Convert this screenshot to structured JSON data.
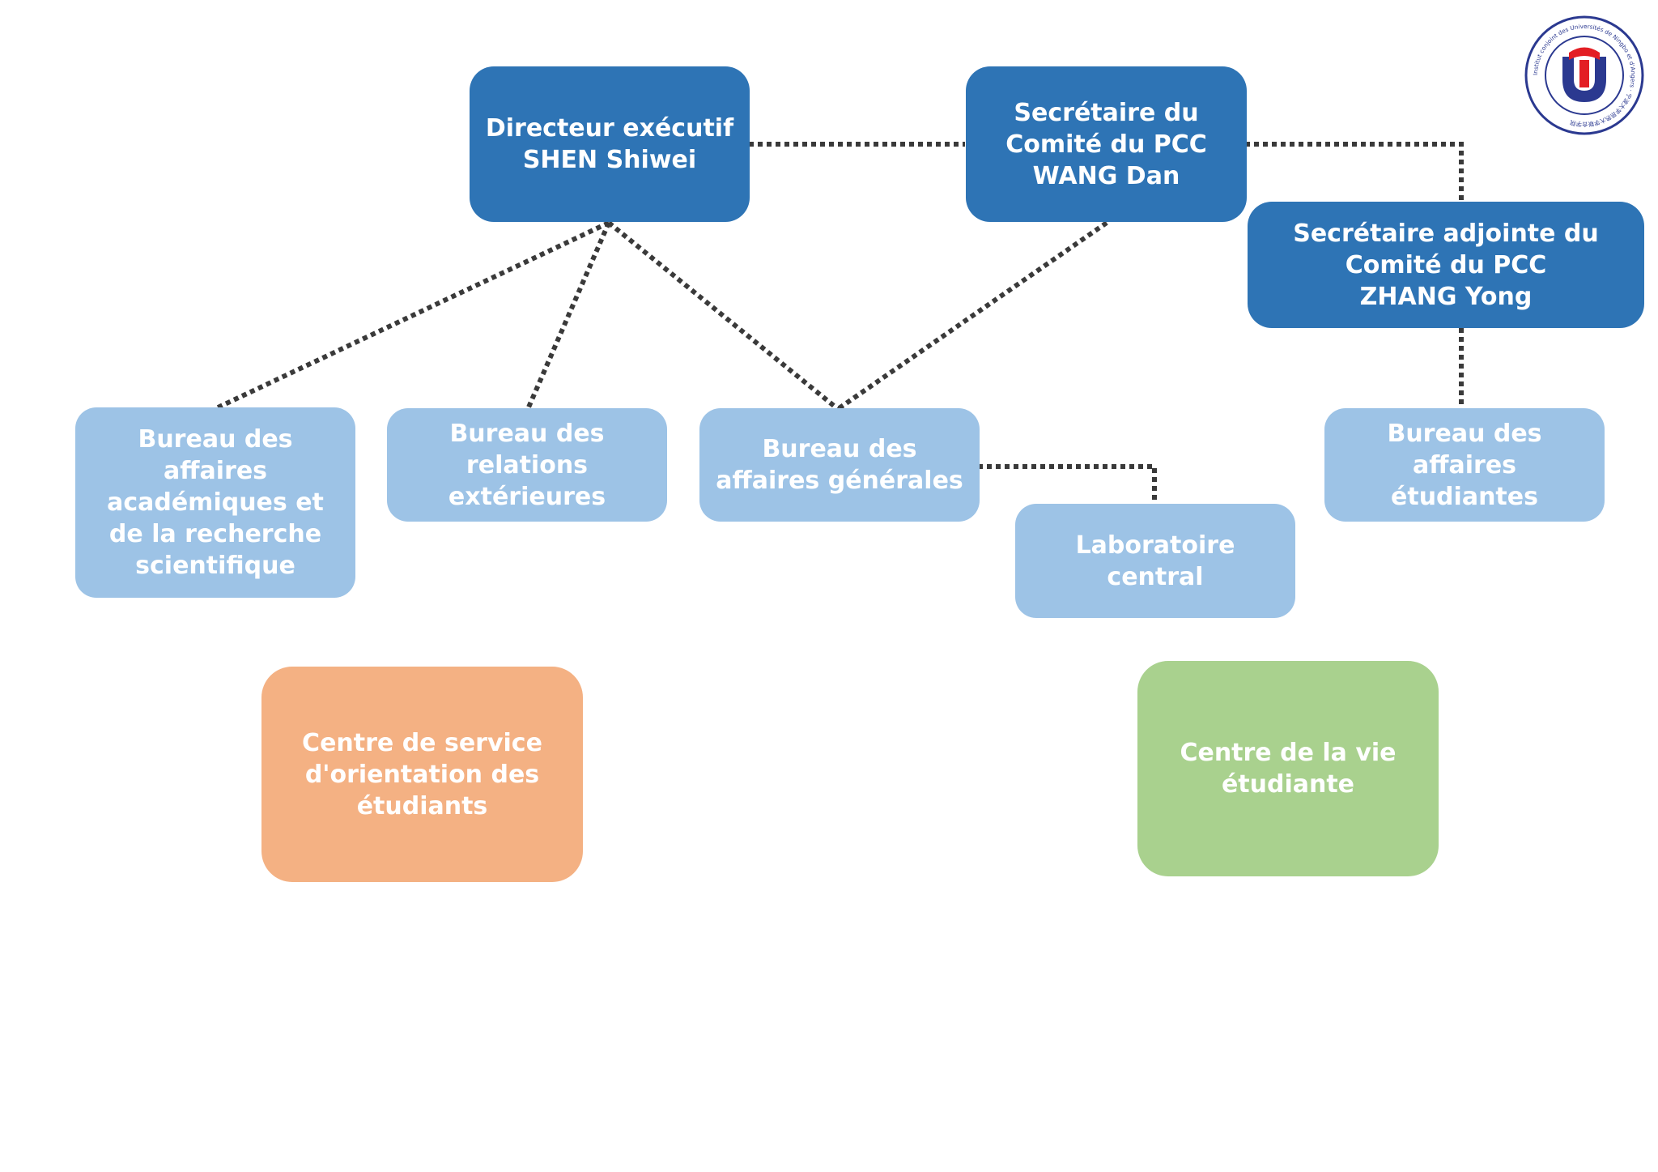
{
  "leaders": {
    "director": "Directeur exécutif\nSHEN Shiwei",
    "secretary": "Secrétaire du\nComité du PCC\nWANG Dan",
    "deputy_secretary": "Secrétaire adjointe du\nComité du PCC\nZHANG Yong"
  },
  "offices": {
    "academic_research": "Bureau des\naffaires\nacadémiques et\nde la recherche\nscientifique",
    "external_relations": "Bureau des\nrelations\nextérieures",
    "general_affairs": "Bureau des\naffaires générales",
    "student_affairs": "Bureau des\naffaires\nétudiantes",
    "central_lab": "Laboratoire\ncentral"
  },
  "centers": {
    "orientation": "Centre de service\nd'orientation des\nétudiants",
    "student_life": "Centre de la vie\nétudiante"
  },
  "logo": {
    "ring_text": "Institut conjoint des Universités de Ningbo et d'Angers · 宁波大学昂热大学联合学院"
  },
  "colors": {
    "leader": "#2e74b5",
    "office": "#9dc3e6",
    "orientation_center": "#f4b183",
    "student_life_center": "#a9d18e",
    "connector": "#3a3a3a",
    "logo_blue": "#2b3990",
    "logo_red": "#e31e24"
  }
}
